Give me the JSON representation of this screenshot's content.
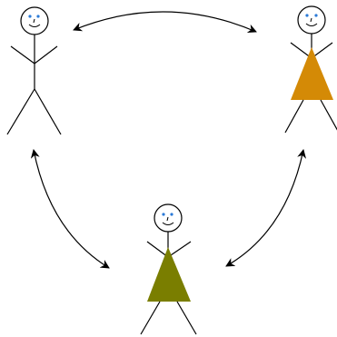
{
  "colors": {
    "stroke": "#000000",
    "eyes": "#2b7bd8",
    "dress_top_right": "#d48a06",
    "dress_bottom": "#7a7e00",
    "background": "#ffffff"
  },
  "figures": [
    {
      "id": "figure-top-left",
      "dress": false
    },
    {
      "id": "figure-top-right",
      "dress": true,
      "dress_color_key": "dress_top_right"
    },
    {
      "id": "figure-bottom-center",
      "dress": true,
      "dress_color_key": "dress_bottom"
    }
  ],
  "connections": [
    {
      "from": "figure-top-left",
      "to": "figure-top-right",
      "bidirectional": true
    },
    {
      "from": "figure-top-left",
      "to": "figure-bottom-center",
      "bidirectional": true
    },
    {
      "from": "figure-top-right",
      "to": "figure-bottom-center",
      "bidirectional": true
    }
  ]
}
